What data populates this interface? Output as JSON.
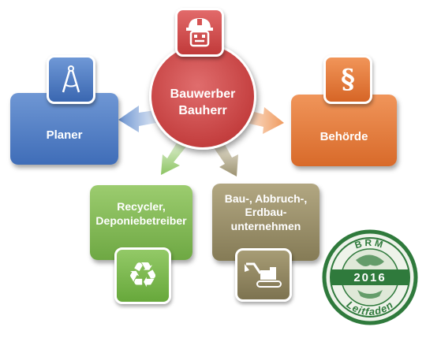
{
  "center": {
    "line1": "Bauwerber",
    "line2": "Bauherr",
    "icon": "helmet-face-icon"
  },
  "nodes": {
    "planer": {
      "label": "Planer",
      "icon": "compass-icon",
      "color": "#4a78c0"
    },
    "behoerde": {
      "label": "Behörde",
      "icon": "paragraph-icon",
      "color": "#e27838"
    },
    "recycler": {
      "line1": "Recycler,",
      "line2": "Deponiebetreiber",
      "icon": "recycle-icon",
      "color": "#7fb553"
    },
    "bau": {
      "line1": "Bau-, Abbruch-,",
      "line2": "Erdbau-",
      "line3": "unternehmen",
      "icon": "excavator-icon",
      "color": "#958b65"
    }
  },
  "seal": {
    "top": "BRM",
    "year": "2016",
    "bottom": "Leitfaden",
    "color": "#2f7a3c"
  }
}
